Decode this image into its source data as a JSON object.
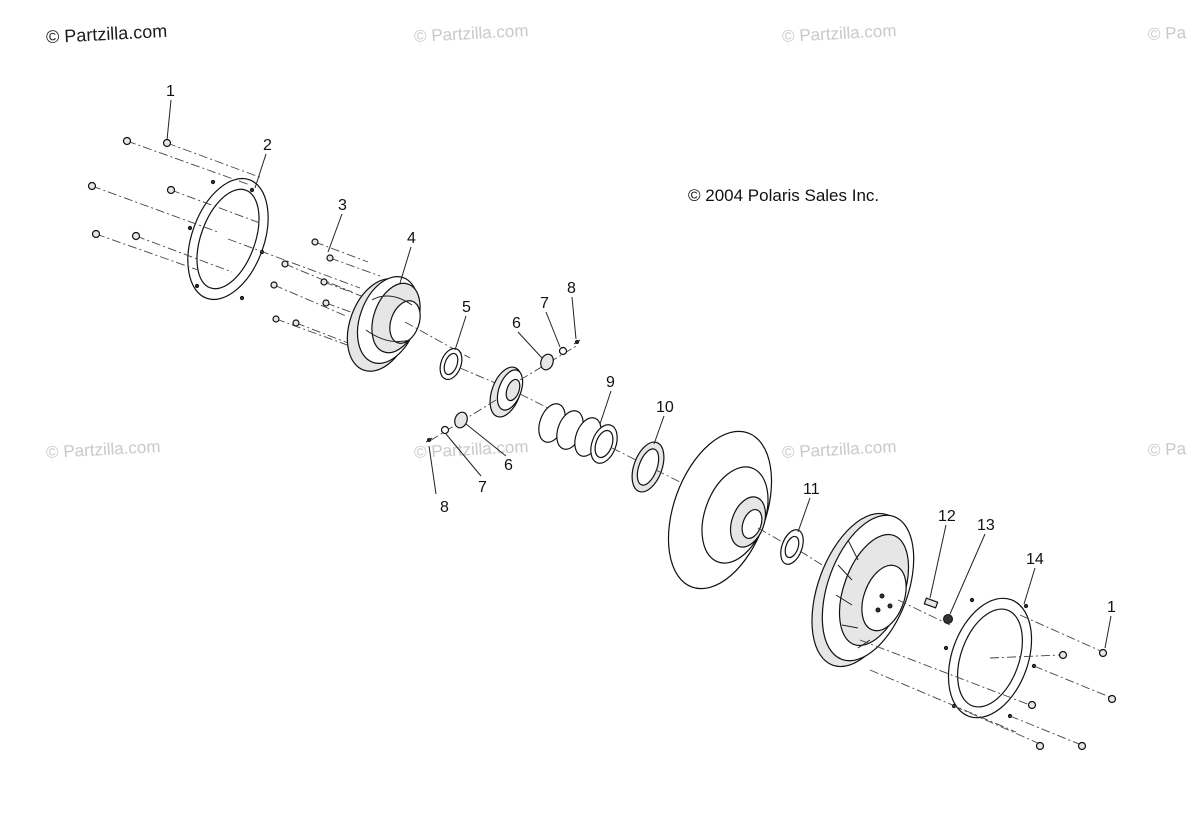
{
  "watermarks": {
    "top_left": "© Partzilla.com",
    "repeat": "© Partzilla.com",
    "edge": "© Pa"
  },
  "copyright": "© 2004 Polaris Sales Inc.",
  "callouts": {
    "c1a": "1",
    "c2": "2",
    "c3": "3",
    "c4": "4",
    "c5": "5",
    "c6a": "6",
    "c7a": "7",
    "c8a": "8",
    "c9": "9",
    "c10": "10",
    "c8b": "8",
    "c7b": "7",
    "c6b": "6",
    "c11": "11",
    "c12": "12",
    "c13": "13",
    "c14": "14",
    "c1b": "1"
  }
}
